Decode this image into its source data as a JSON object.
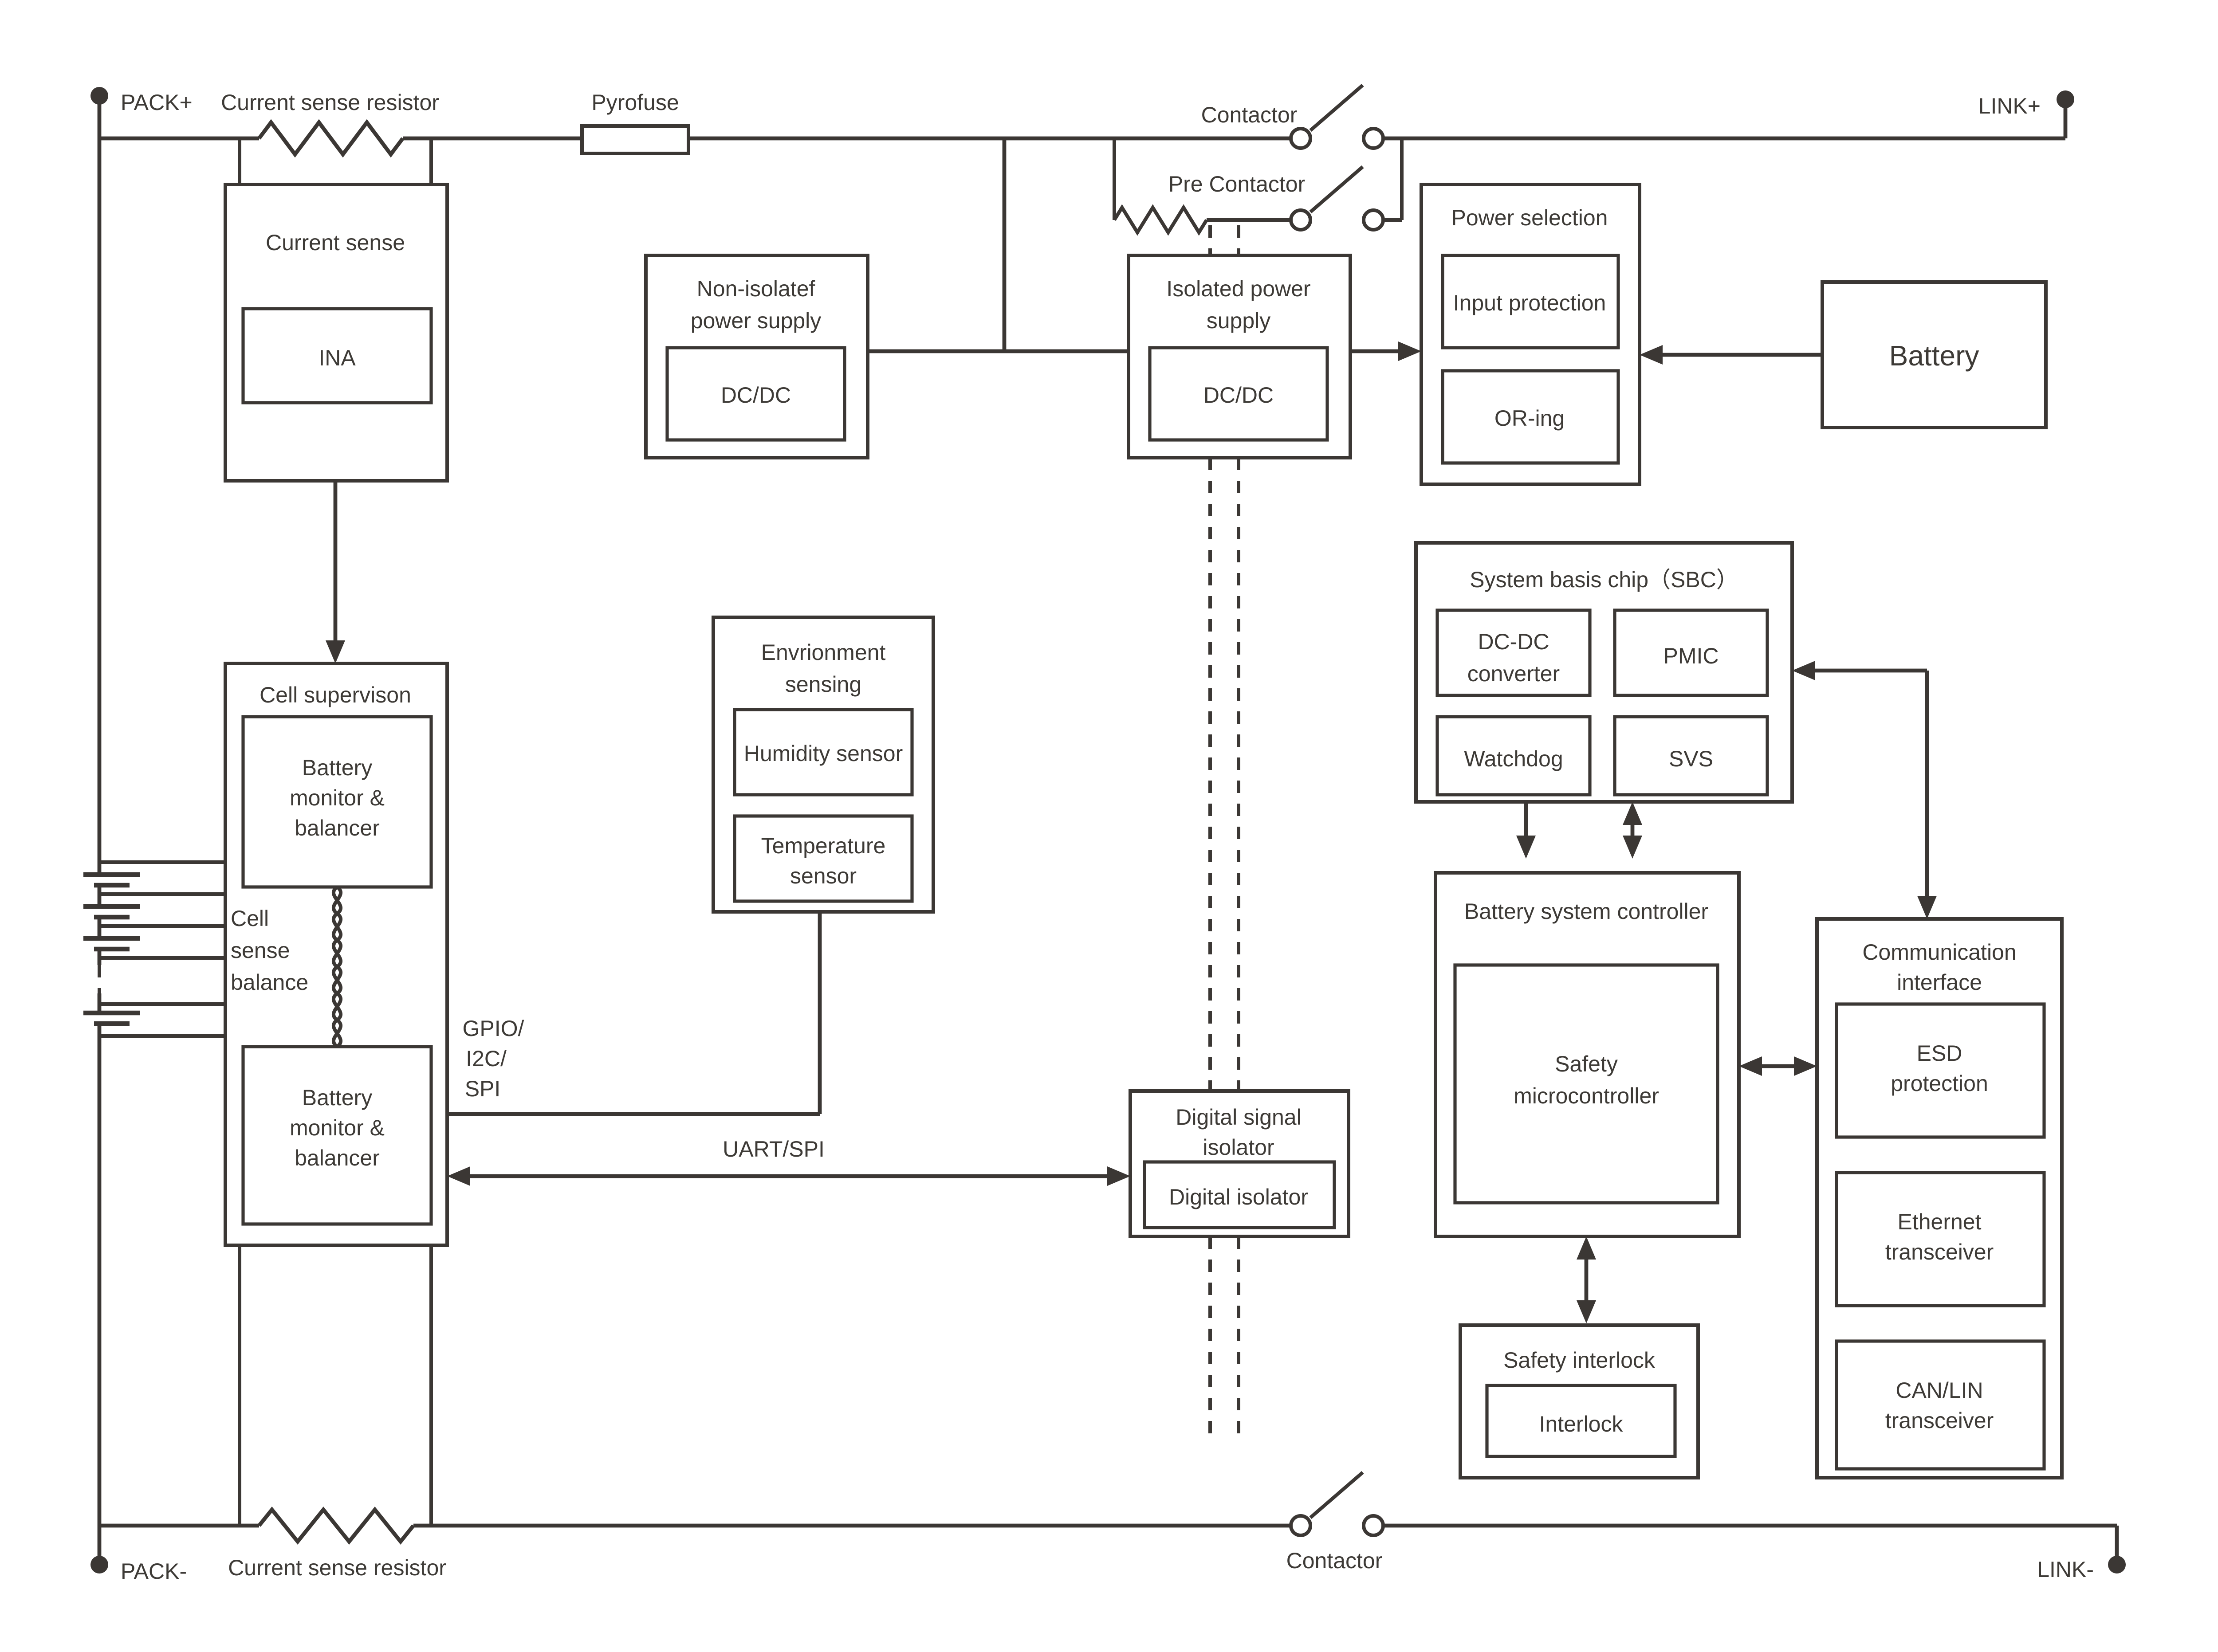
{
  "colors": {
    "ink": "#3b3734",
    "background": "#ffffff"
  },
  "terminals": {
    "pack_plus": "PACK+",
    "pack_minus": "PACK-",
    "link_plus": "LINK+",
    "link_minus": "LINK-"
  },
  "labels": {
    "current_sense_resistor_top": "Current sense resistor",
    "current_sense_resistor_bottom": "Current sense resistor",
    "pyrofuse": "Pyrofuse",
    "contactor_top": "Contactor",
    "contactor_bottom": "Contactor",
    "pre_contactor": "Pre Contactor",
    "gpio": [
      "GPIO/",
      "I2C/",
      "SPI"
    ],
    "uart": "UART/SPI",
    "cell_sense": [
      "Cell",
      "sense",
      "balance"
    ]
  },
  "blocks": {
    "current_sense": {
      "title": "Current sense",
      "ina": "INA"
    },
    "non_isolated_ps": {
      "title": [
        "Non-isolatef",
        "power supply"
      ],
      "dcdc": "DC/DC"
    },
    "isolated_ps": {
      "title": [
        "Isolated power",
        "supply"
      ],
      "dcdc": "DC/DC"
    },
    "power_selection": {
      "title": "Power selection",
      "input_protection": "Input protection",
      "oring": "OR-ing"
    },
    "battery": {
      "title": "Battery"
    },
    "sbc": {
      "title": "System basis chip（SBC）",
      "dcdc": [
        "DC-DC",
        "converter"
      ],
      "pmic": "PMIC",
      "watchdog": "Watchdog",
      "svs": "SVS"
    },
    "cell_supervision": {
      "title": "Cell supervison",
      "monitor_top": [
        "Battery",
        "monitor &",
        "balancer"
      ],
      "monitor_bottom": [
        "Battery",
        "monitor &",
        "balancer"
      ]
    },
    "env_sensing": {
      "title": [
        "Envrionment",
        "sensing"
      ],
      "humidity": "Humidity sensor",
      "temperature": [
        "Temperature",
        "sensor"
      ]
    },
    "digital_isolator": {
      "title": [
        "Digital signal",
        "isolator"
      ],
      "inner": "Digital isolator"
    },
    "bsc": {
      "title": "Battery system controller",
      "mcu": [
        "Safety",
        "microcontroller"
      ]
    },
    "comm": {
      "title": [
        "Communication",
        "interface"
      ],
      "esd": [
        "ESD",
        "protection"
      ],
      "ethernet": [
        "Ethernet",
        "transceiver"
      ],
      "canlin": [
        "CAN/LIN",
        "transceiver"
      ]
    },
    "interlock": {
      "title": "Safety interlock",
      "inner": "Interlock"
    }
  }
}
